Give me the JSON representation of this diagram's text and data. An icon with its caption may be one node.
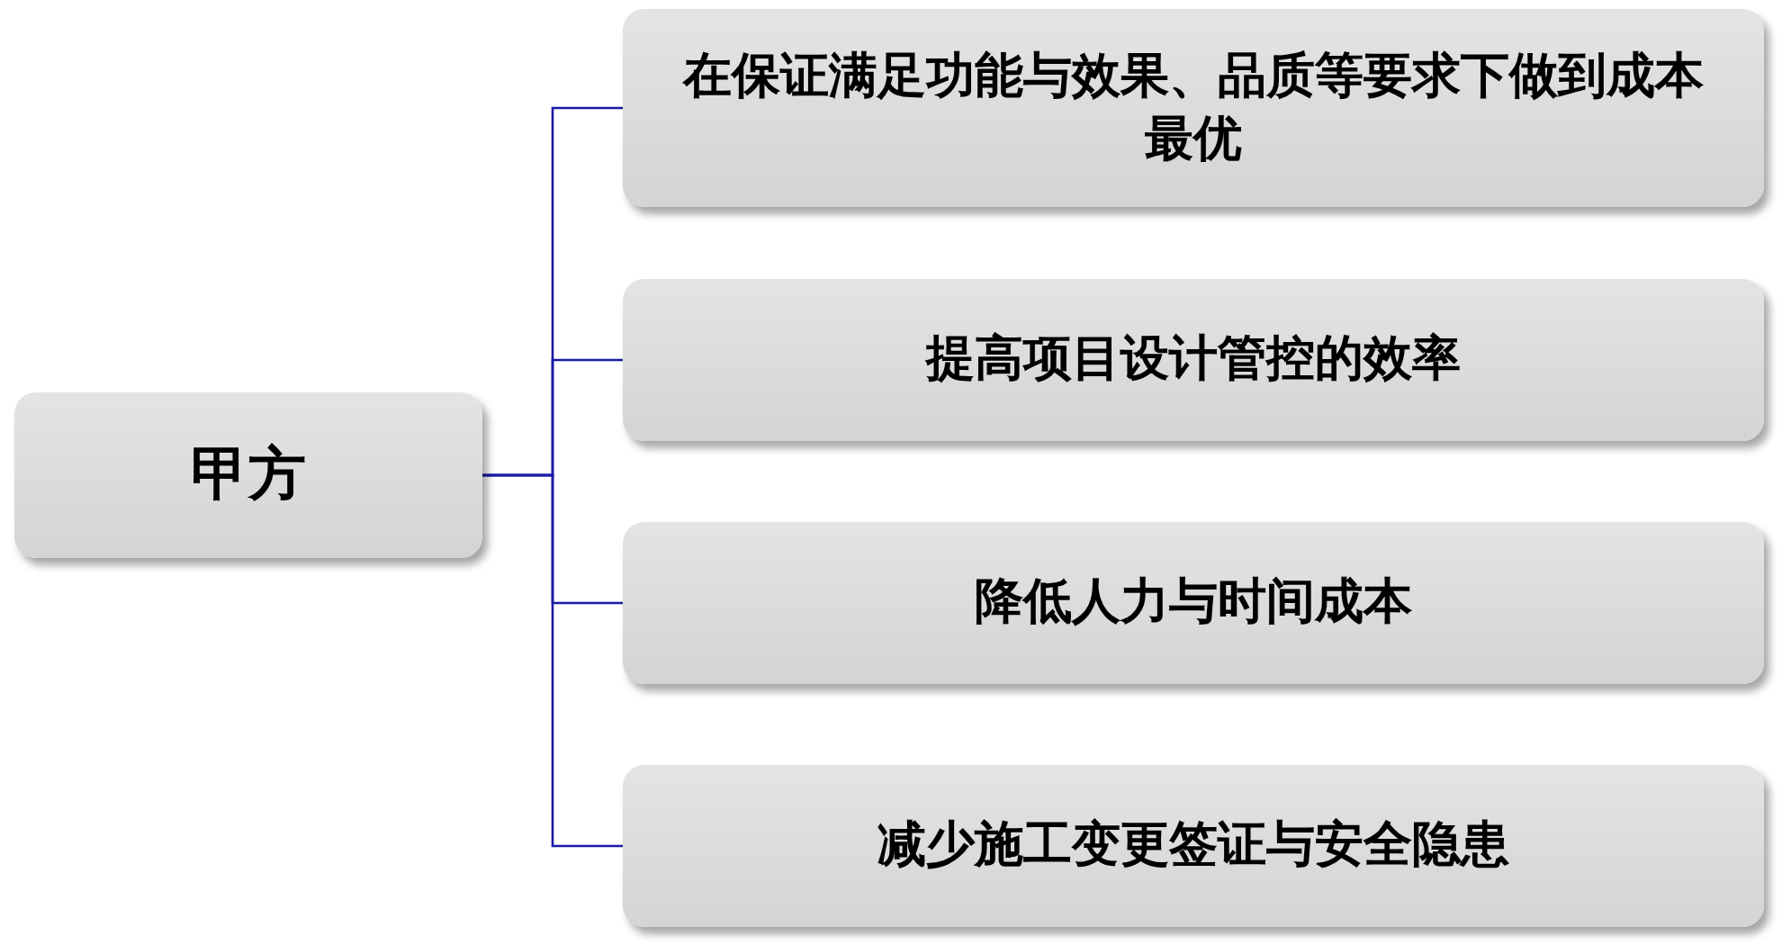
{
  "diagram": {
    "nodes": [
      {
        "text": [
          "甲方"
        ]
      },
      {
        "text": [
          "在保证满足功能与效果、品质等要求下做到成本最优"
        ]
      },
      {
        "text": [
          "提高项目设计管控的效率"
        ]
      },
      {
        "text": [
          "降低人力与时间成本"
        ]
      },
      {
        "text": [
          "减少施工变更签证与安全隐患"
        ]
      }
    ],
    "edges": [
      {
        "from": 0,
        "to": 1,
        "arrow": "none"
      },
      {
        "from": 0,
        "to": 2,
        "arrow": "none"
      },
      {
        "from": 0,
        "to": 3,
        "arrow": "none"
      },
      {
        "from": 0,
        "to": 4,
        "arrow": "none"
      }
    ]
  }
}
